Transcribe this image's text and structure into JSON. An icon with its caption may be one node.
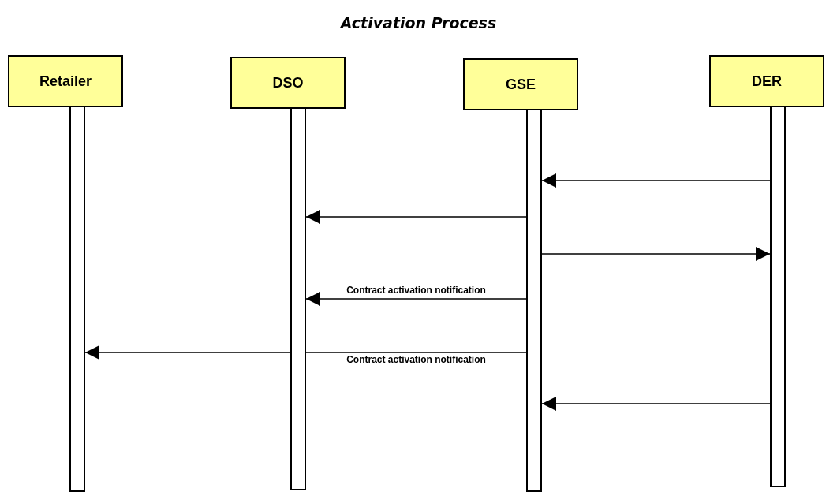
{
  "diagram": {
    "title": "Activation Process",
    "nodes": [
      {
        "text": [
          "Retailer"
        ]
      },
      {
        "text": [
          "DSO"
        ]
      },
      {
        "text": [
          "GSE"
        ]
      },
      {
        "text": [
          "DER"
        ]
      },
      {
        "text": [],
        "shape": "bar"
      },
      {
        "text": [],
        "shape": "bar"
      },
      {
        "text": [],
        "shape": "bar"
      },
      {
        "text": [],
        "shape": "bar"
      }
    ],
    "edges": [
      {
        "from": 7,
        "to": 6,
        "arrow": "to"
      },
      {
        "from": 6,
        "to": 5,
        "arrow": "to"
      },
      {
        "from": 6,
        "to": 7,
        "arrow": "to"
      },
      {
        "from": 6,
        "to": 5,
        "arrow": "to",
        "label": "Contract activation  notification"
      },
      {
        "from": 6,
        "to": 5,
        "arrow": "none",
        "label": "Contract activation  notification"
      },
      {
        "from": 5,
        "to": 4,
        "arrow": "to"
      },
      {
        "from": 7,
        "to": 6,
        "arrow": "to"
      }
    ]
  }
}
